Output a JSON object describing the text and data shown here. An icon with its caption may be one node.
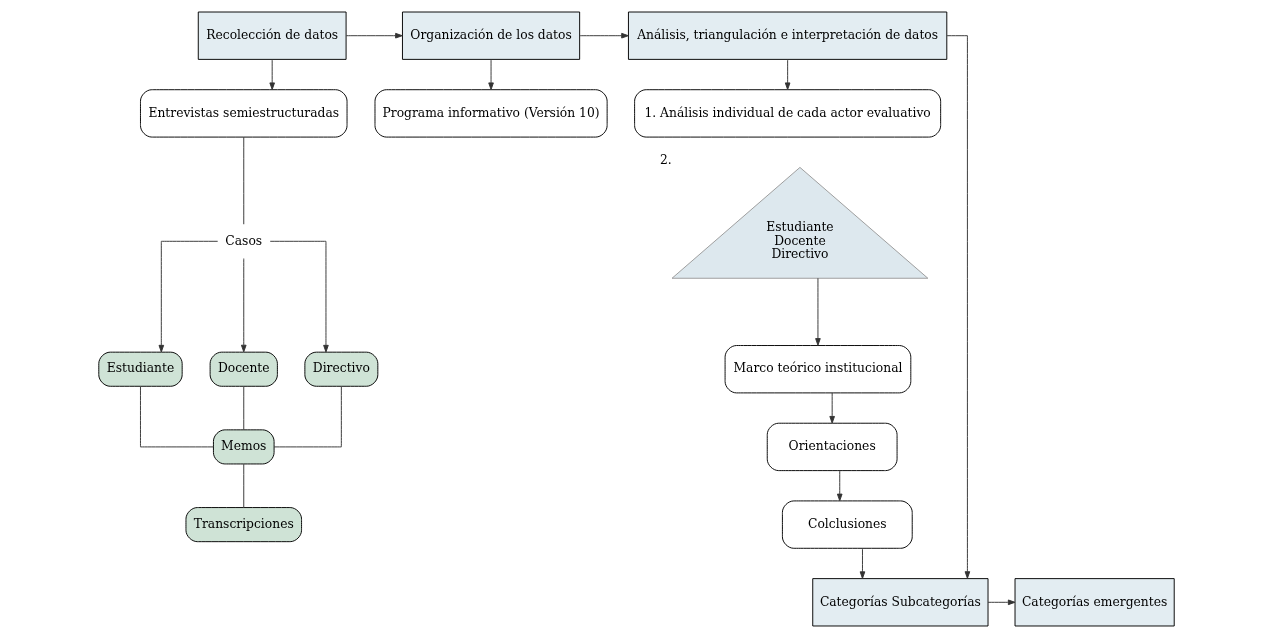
{
  "diagram": {
    "nodes": [
      {
        "text": [
          "Recolección de datos"
        ]
      },
      {
        "text": [
          "Organización de los datos"
        ]
      },
      {
        "text": [
          "Análisis, triangulación e interpretación de datos"
        ]
      },
      {
        "text": [
          "Entrevistas semiestructuradas"
        ]
      },
      {
        "text": [
          "Programa informativo (Versión 10)"
        ]
      },
      {
        "text": [
          "1. Análisis individual de cada actor evaluativo"
        ]
      },
      {
        "text": [
          "Casos"
        ]
      },
      {
        "text": [
          "Estudiante"
        ]
      },
      {
        "text": [
          "Docente"
        ]
      },
      {
        "text": [
          "Directivo"
        ]
      },
      {
        "text": [
          "Memos"
        ]
      },
      {
        "text": [
          "Transcripciones"
        ]
      },
      {
        "text": [
          "Estudiante",
          "Docente",
          "Directivo"
        ],
        "beside": [
          "2."
        ]
      },
      {
        "text": [
          "Marco teórico institucional"
        ]
      },
      {
        "text": [
          "Orientaciones"
        ]
      },
      {
        "text": [
          "Colclusiones"
        ]
      },
      {
        "text": [
          "Categorías Subcategorías"
        ]
      },
      {
        "text": [
          "Categorías emergentes"
        ]
      }
    ],
    "edges": [
      {
        "from": 0,
        "to": 1,
        "arrow": "to"
      },
      {
        "from": 1,
        "to": 2,
        "arrow": "to"
      },
      {
        "from": 0,
        "to": 3,
        "arrow": "to"
      },
      {
        "from": 1,
        "to": 4,
        "arrow": "to"
      },
      {
        "from": 2,
        "to": 5,
        "arrow": "to"
      },
      {
        "from": 3,
        "to": 6,
        "arrow": "none"
      },
      {
        "from": 6,
        "to": 7,
        "arrow": "to"
      },
      {
        "from": 6,
        "to": 8,
        "arrow": "to"
      },
      {
        "from": 6,
        "to": 9,
        "arrow": "to"
      },
      {
        "from": 7,
        "to": 10,
        "arrow": "none"
      },
      {
        "from": 8,
        "to": 10,
        "arrow": "none"
      },
      {
        "from": 9,
        "to": 10,
        "arrow": "none"
      },
      {
        "from": 10,
        "to": 11,
        "arrow": "none"
      },
      {
        "from": 12,
        "to": 13,
        "arrow": "to"
      },
      {
        "from": 13,
        "to": 14,
        "arrow": "to"
      },
      {
        "from": 14,
        "to": 15,
        "arrow": "to"
      },
      {
        "from": 2,
        "to": 16,
        "arrow": "to"
      },
      {
        "from": 15,
        "to": 16,
        "arrow": "to"
      },
      {
        "from": 16,
        "to": 17,
        "arrow": "to"
      }
    ]
  }
}
